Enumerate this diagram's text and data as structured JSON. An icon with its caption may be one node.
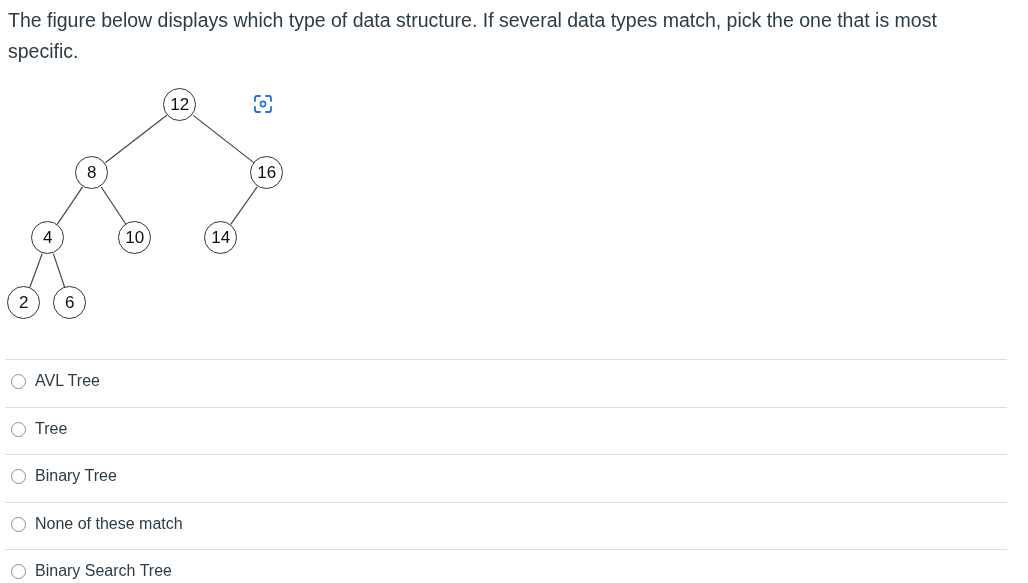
{
  "diagram": {
    "title": "The figure below displays which type of data structure. If several data types match, pick the one that is most specific.",
    "nodes": [
      {
        "text": [
          "12"
        ]
      },
      {
        "text": [
          "8"
        ]
      },
      {
        "text": [
          "16"
        ]
      },
      {
        "text": [
          "4"
        ]
      },
      {
        "text": [
          "10"
        ]
      },
      {
        "text": [
          "14"
        ]
      },
      {
        "text": [
          "2"
        ]
      },
      {
        "text": [
          "6"
        ]
      }
    ],
    "edges": [
      {
        "from": 0,
        "to": 1,
        "arrow": "none"
      },
      {
        "from": 0,
        "to": 2,
        "arrow": "none"
      },
      {
        "from": 1,
        "to": 3,
        "arrow": "none"
      },
      {
        "from": 1,
        "to": 4,
        "arrow": "none"
      },
      {
        "from": 2,
        "to": 5,
        "arrow": "none"
      },
      {
        "from": 3,
        "to": 6,
        "arrow": "none"
      },
      {
        "from": 3,
        "to": 7,
        "arrow": "none"
      }
    ],
    "labels": [
      "AVL Tree",
      "Tree",
      "Binary Tree",
      "None of these match",
      "Binary Search Tree"
    ]
  }
}
